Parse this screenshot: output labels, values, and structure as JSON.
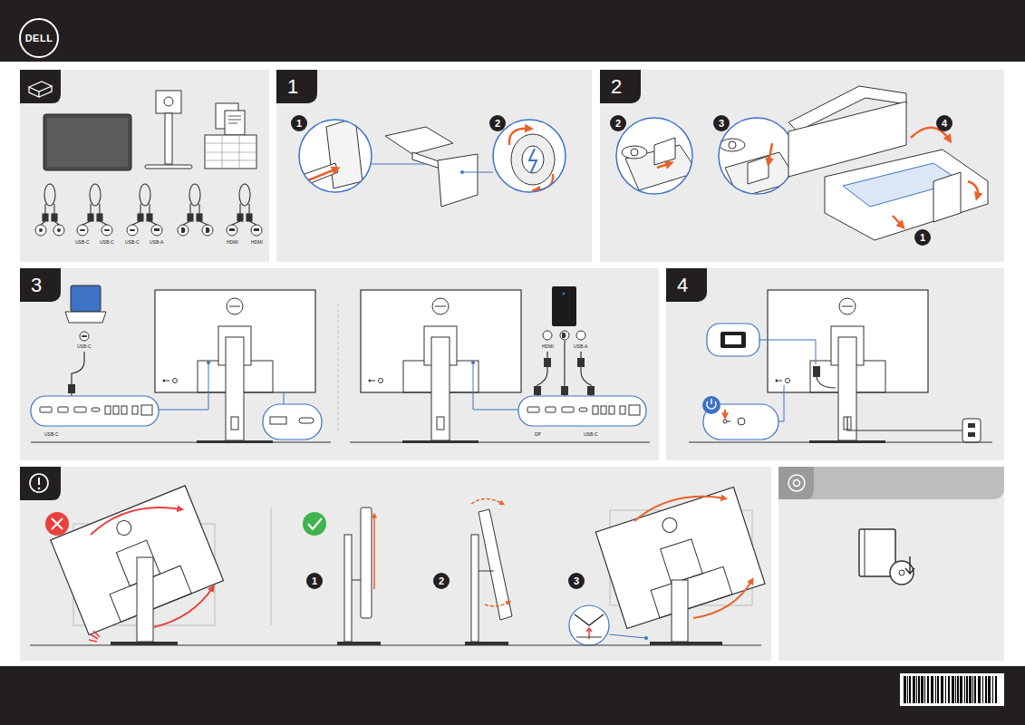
{
  "diagram": {
    "nodes": [
      {
        "text": [
          "1"
        ]
      },
      {
        "text": [
          "2"
        ]
      },
      {
        "text": [
          "3"
        ]
      },
      {
        "text": [
          "4"
        ]
      }
    ],
    "labels": [
      "DELL",
      "1",
      "2",
      "2",
      "3",
      "4",
      "1",
      "USB-C",
      "USB-C",
      "USB-C",
      "USB-A",
      "HDMI",
      "HDMI",
      "USB-C",
      "USB-C",
      "HDMI",
      "USB-A",
      "DP",
      "USB-C",
      "1",
      "2",
      "3"
    ]
  }
}
